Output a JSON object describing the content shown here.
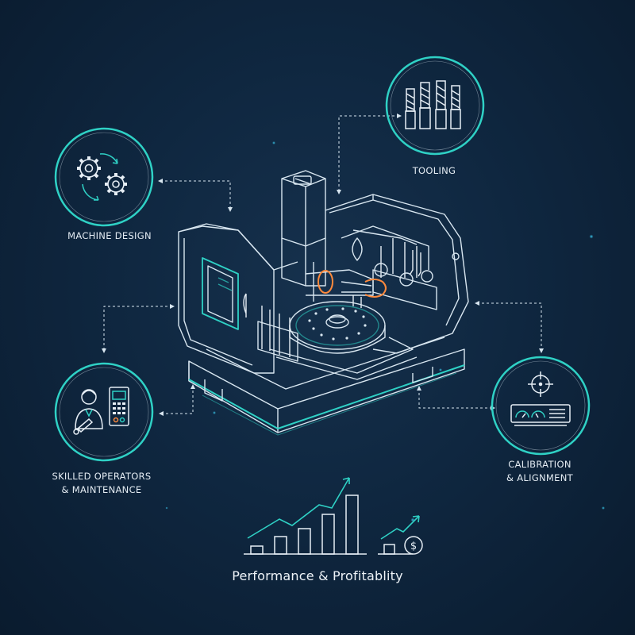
{
  "nodes": {
    "machine_design": {
      "label": "MACHINE DESIGN",
      "icon": "gears-icon"
    },
    "tooling": {
      "label": "TOOLING",
      "icon": "end-mills-icon"
    },
    "operators": {
      "label_line1": "SKILLED OPERATORS",
      "label_line2": "& MAINTENANCE",
      "icon": "operator-control-panel-icon"
    },
    "calibration": {
      "label_line1": "CALIBRATION",
      "label_line2": "& ALIGNMENT",
      "icon": "crosshair-gauge-icon"
    }
  },
  "center": {
    "icon": "cnc-machine-icon"
  },
  "footer": {
    "label": "Performance & Profitablity",
    "icon": "bar-chart-growth-icon",
    "money_symbol": "$"
  },
  "colors": {
    "background": "#0f2740",
    "line": "#d8e6f0",
    "accent": "#2fd1c5",
    "highlight": "#ff8a3d"
  }
}
